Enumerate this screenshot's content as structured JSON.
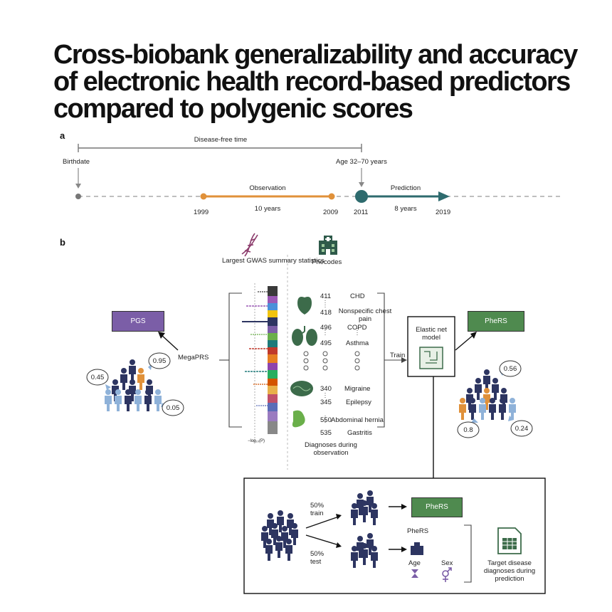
{
  "title": "Cross-biobank generalizability and accuracy of electronic health record-based predictors compared to polygenic scores",
  "panel_a": {
    "label": "a",
    "disease_free": "Disease-free time",
    "birthdate": "Birthdate",
    "age": "Age 32–70 years",
    "observation": "Observation",
    "obs_years": "10 years",
    "prediction": "Prediction",
    "pred_years": "8 years",
    "years": [
      "1999",
      "2009",
      "2011",
      "2019"
    ]
  },
  "panel_b": {
    "label": "b",
    "gwas": "Largest GWAS summary statistics",
    "phecodes_title": "Phecodes",
    "axis_label": "−log₁₀(P)",
    "phecodes": [
      {
        "code": "411",
        "name": "CHD"
      },
      {
        "code": "418",
        "name": "Nonspecific chest pain"
      },
      {
        "code": "496",
        "name": "COPD"
      },
      {
        "code": "495",
        "name": "Asthma"
      },
      {
        "code": "340",
        "name": "Migraine"
      },
      {
        "code": "345",
        "name": "Epilepsy"
      },
      {
        "code": "550",
        "name": "Abdominal hernia"
      },
      {
        "code": "535",
        "name": "Gastritis"
      }
    ],
    "diagnoses_obs": "Diagnoses during observation",
    "pgs": "PGS",
    "megaprs": "MegaPRS",
    "train": "Train",
    "elastic_net": "Elastic net model",
    "phers": "PheRS",
    "pgs_scores": [
      "0.95",
      "0.45",
      "0.05"
    ],
    "phers_scores": [
      "0.56",
      "0.8",
      "0.24"
    ],
    "split": {
      "train": "50% train",
      "test": "50% test",
      "phers_box": "PheRS",
      "phers_label": "PheRS",
      "age": "Age",
      "sex": "Sex",
      "target": "Target disease diagnoses during prediction"
    }
  },
  "colors": {
    "observation": "#E0913A",
    "prediction": "#2E6B6E",
    "pgs_box": "#7B5EA7",
    "phers_box": "#4F8A4F",
    "people_navy": "#2D3561",
    "people_orange": "#E0913A",
    "people_light": "#8FB2D9"
  }
}
